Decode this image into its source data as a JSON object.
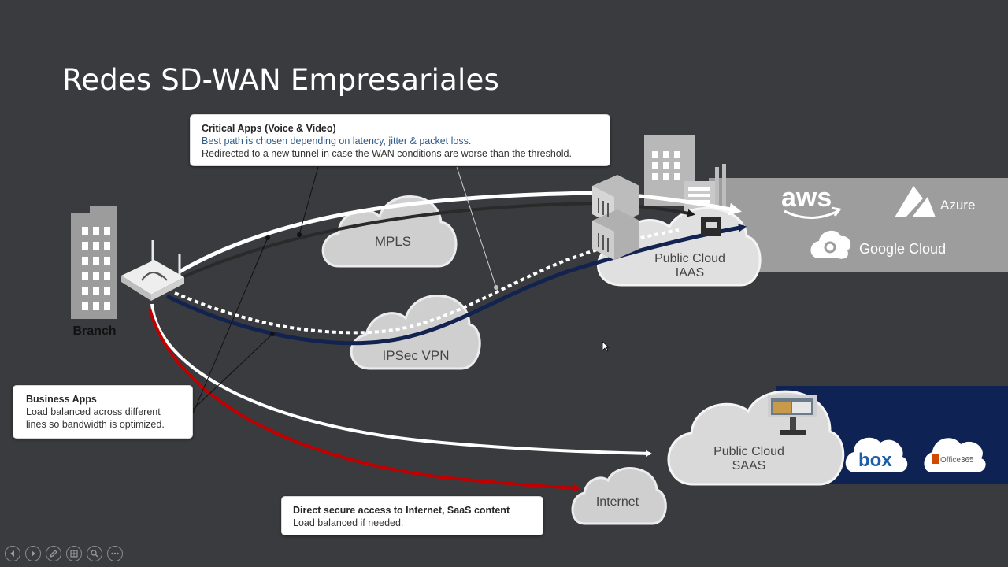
{
  "slide": {
    "title": "Redes SD-WAN Empresariales"
  },
  "callouts": {
    "critical": {
      "heading": "Critical Apps (Voice & Video)",
      "line1": "Best path is chosen depending on latency, jitter & packet loss.",
      "line2": "Redirected to a new tunnel in case the WAN conditions are worse than the threshold."
    },
    "business": {
      "heading": "Business Apps",
      "line1": "Load balanced across different",
      "line2": "lines so bandwidth is optimized."
    },
    "internet": {
      "heading": "Direct secure access to Internet, SaaS content",
      "line1": "Load balanced if needed."
    }
  },
  "nodes": {
    "branch": "Branch",
    "mpls": "MPLS",
    "ipsec": "IPSec VPN",
    "iaas_line1": "Public Cloud",
    "iaas_line2": "IAAS",
    "saas_line1": "Public Cloud",
    "saas_line2": "SAAS",
    "internet": "Internet"
  },
  "providers": {
    "aws": "aws",
    "azure": "Azure",
    "google": "Google Cloud",
    "box": "box",
    "office": "Office365"
  },
  "toolbar": [
    "previous-icon",
    "next-icon",
    "pen-icon",
    "slides-icon",
    "zoom-icon",
    "more-icon"
  ],
  "colors": {
    "background": "#3a3b3f",
    "iaas_band": "#9d9d9d",
    "saas_band": "#0e2353",
    "mpls_path": "#2a2a2a",
    "ipsec_path": "#13234f",
    "internet_path": "#c00000",
    "cloud_fill": "#cfcfcf"
  }
}
